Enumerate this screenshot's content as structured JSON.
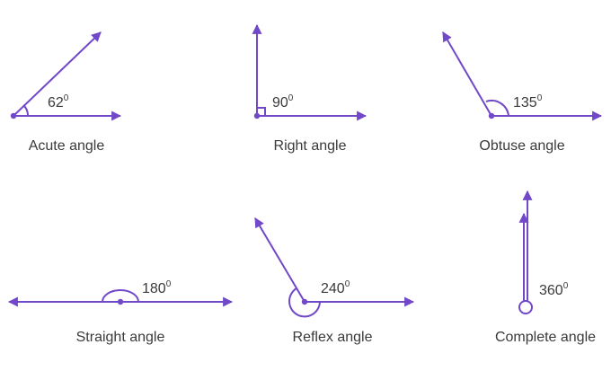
{
  "colors": {
    "stroke": "#7048c8",
    "text": "#3a3a3a",
    "background": "#ffffff"
  },
  "angles": [
    {
      "id": "acute",
      "caption": "Acute angle",
      "measure": "62",
      "unit": "0"
    },
    {
      "id": "right",
      "caption": "Right angle",
      "measure": "90",
      "unit": "0"
    },
    {
      "id": "obtuse",
      "caption": "Obtuse angle",
      "measure": "135",
      "unit": "0"
    },
    {
      "id": "straight",
      "caption": "Straight angle",
      "measure": "180",
      "unit": "0"
    },
    {
      "id": "reflex",
      "caption": "Reflex angle",
      "measure": "240",
      "unit": "0"
    },
    {
      "id": "complete",
      "caption": "Complete angle",
      "measure": "360",
      "unit": "0"
    }
  ]
}
